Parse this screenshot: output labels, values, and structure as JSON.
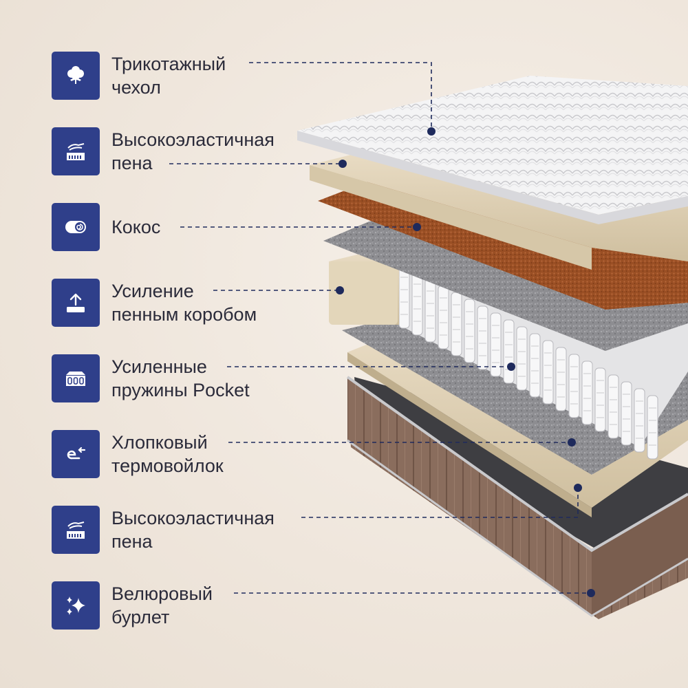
{
  "colors": {
    "icon_bg": "#2f3f8a",
    "leader_line": "#1e2a5c",
    "label_text": "#2b2b3a"
  },
  "layers": [
    {
      "icon": "cotton-icon",
      "line1": "Трикотажный",
      "line2": "чехол"
    },
    {
      "icon": "hand-foam-icon",
      "line1": "Высокоэластичная",
      "line2": "пена"
    },
    {
      "icon": "coconut-icon",
      "line1": "Кокос",
      "line2": ""
    },
    {
      "icon": "upload-box-icon",
      "line1": "Усиление",
      "line2": "пенным коробом"
    },
    {
      "icon": "spring-block-icon",
      "line1": "Усиленные",
      "line2": "пружины Pocket"
    },
    {
      "icon": "cotton-wool-icon",
      "line1": "Хлопковый",
      "line2": "термовойлок"
    },
    {
      "icon": "hand-foam-icon",
      "line1": "Высокоэластичная",
      "line2": "пена"
    },
    {
      "icon": "sparkle-icon",
      "line1": "Велюровый",
      "line2": "бурлет"
    }
  ]
}
